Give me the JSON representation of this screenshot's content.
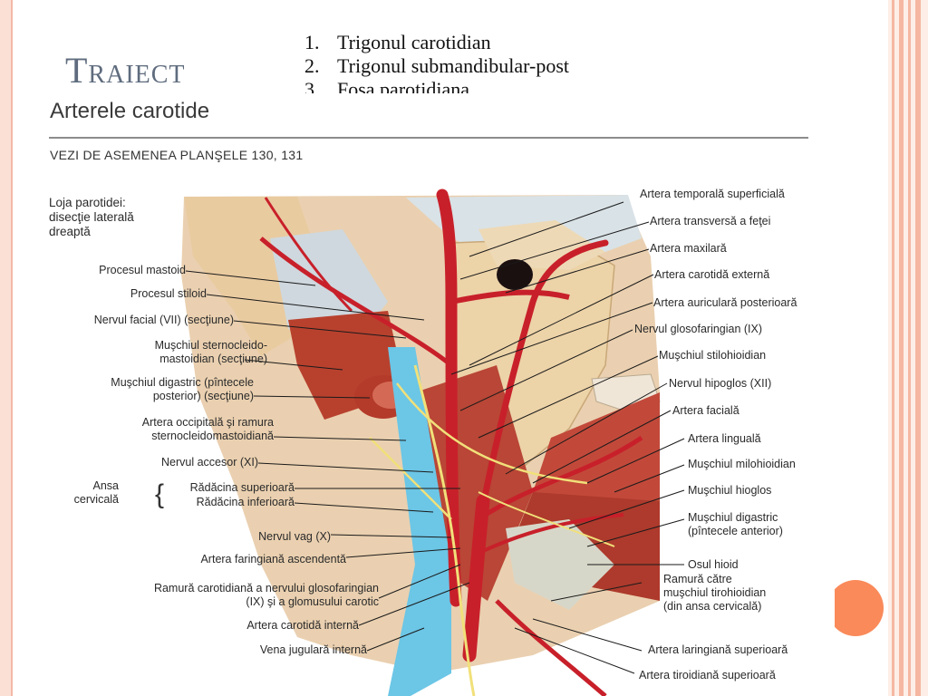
{
  "slide": {
    "title": "Traiect",
    "topics": [
      {
        "num": "1.",
        "text": "Trigonul carotidian"
      },
      {
        "num": "2.",
        "text": "Trigonul submandibular-post"
      },
      {
        "num": "3.",
        "text": "Fosa parotidiana"
      }
    ]
  },
  "plate": {
    "title": "Arterele carotide",
    "subtitle": "VEZI DE ASEMENEA PLANŞELE 130, 131",
    "dissection_label": "Loja parotidei:\ndisecţie laterală\ndreaptă",
    "left_labels": [
      "Procesul mastoid",
      "Procesul stiloid",
      "Nervul facial (VII) (secţiune)",
      "Muşchiul sternocleido-\nmastoidian (secţiune)",
      "Muşchiul digastric (pîntecele\nposterior) (secţiune)",
      "Artera occipitală şi ramura\nsternocleidomastoidiană",
      "Nervul accesor (XI)",
      "Rădăcina superioară",
      "Rădăcina inferioară",
      "Nervul vag (X)",
      "Artera faringiană ascendentă",
      "Ramură carotidiană a nervului glosofaringian\n(IX) şi a glomusului carotic",
      "Artera carotidă internă",
      "Vena jugulară internă"
    ],
    "ansa_label": "Ansa\ncervicală",
    "right_labels": [
      "Artera temporală superficială",
      "Artera transversă a feţei",
      "Artera maxilară",
      "Artera carotidă externă",
      "Artera auriculară posterioară",
      "Nervul glosofaringian (IX)",
      "Muşchiul stilohioidian",
      "Nervul hipoglos (XII)",
      "Artera facială",
      "Artera linguală",
      "Muşchiul milohioidian",
      "Muşchiul hioglos",
      "Muşchiul digastric\n(pîntecele anterior)",
      "Osul hioid",
      "Ramură către\nmuşchiul tirohioidian\n(din ansa cervicală)",
      "Artera laringiană superioară",
      "Artera tiroidiană superioară"
    ]
  },
  "colors": {
    "title_gray": "#5f6c7e",
    "accent_orange": "#fa8a5a",
    "frame_pink": "#f5b7a2",
    "artery_red": "#c8202a",
    "vein_blue": "#6cc6e6",
    "muscle_red": "#b8412e",
    "bone_tan": "#ecd3a8",
    "nerve_yellow": "#f1e07a"
  }
}
